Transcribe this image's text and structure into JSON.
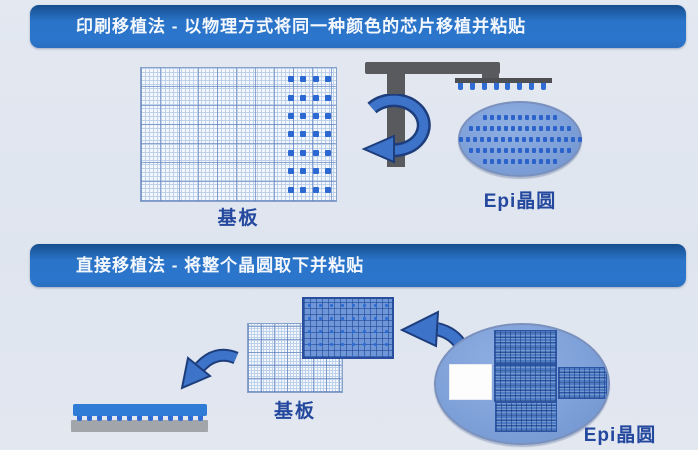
{
  "panel_print": {
    "title": "印刷移植法 - 以物理方式将同一种颜色的芯片移植并粘贴",
    "substrate_label": "基板",
    "wafer_label": "Epi晶圆"
  },
  "panel_direct": {
    "title": "直接移植法 - 将整个晶圆取下并粘贴",
    "substrate_label": "基板",
    "wafer_label": "Epi晶圆"
  },
  "colors": {
    "background": "#e0e6f0",
    "banner_blue": "#2b76cc",
    "banner_blue_dark": "#174e8d",
    "chip_dot_blue": "#2f6cd3",
    "tool_gray": "#595a5d",
    "wafer_fill": "#7fa1d9",
    "arrow_blue": "#3d73c8",
    "arrow_outline": "#1d3d7c",
    "label_navy": "#24489e"
  }
}
